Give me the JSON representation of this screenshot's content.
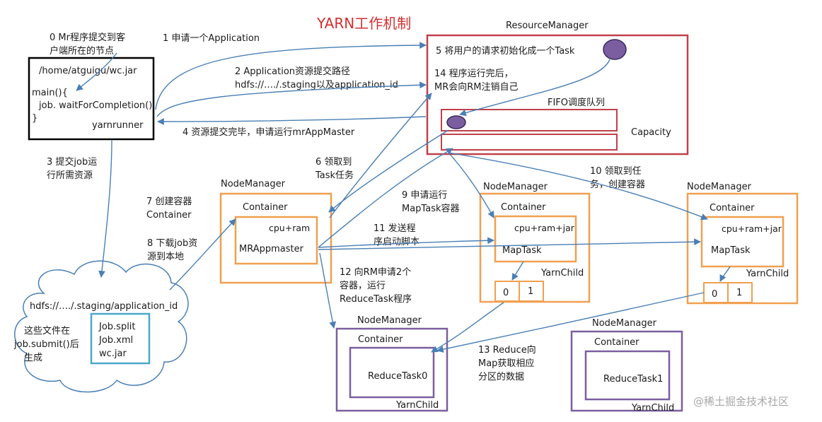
{
  "title": "YARN工作机制",
  "resource_manager": {
    "label": "ResourceManager",
    "step5": "5 将用户的请求初始化成一个Task",
    "step14_l1": "14 程序运行完后，",
    "step14_l2": "MR会向RM注销自己",
    "fifo_label": "FIFO调度队列",
    "capacity_label": "Capacity"
  },
  "client": {
    "path": "/home/atguigu/wc.jar",
    "code_l1": "main(){",
    "code_l2": "job. waitForCompletion();",
    "code_l3": "}",
    "runner": "yarnrunner"
  },
  "steps": {
    "s0_l1": "0 Mr程序提交到客",
    "s0_l2": "户端所在的节点",
    "s1": "1 申请一个Application",
    "s2_l1": "2 Application资源提交路径",
    "s2_l2": "hdfs://…./.staging以及application_id",
    "s3_l1": "3 提交job运",
    "s3_l2": "行所需资源",
    "s4": "4 资源提交完毕，申请运行mrAppMaster",
    "s6_l1": "6 领取到",
    "s6_l2": "Task任务",
    "s7_l1": "7 创建容器",
    "s7_l2": "Container",
    "s8_l1": "8 下载job资",
    "s8_l2": "源到本地",
    "s9_l1": "9 申请运行",
    "s9_l2": "MapTask容器",
    "s10_l1": "10 领取到任",
    "s10_l2": "务，创建容器",
    "s11_l1": "11 发送程",
    "s11_l2": "序启动脚本",
    "s12_l1": "12 向RM申请2个",
    "s12_l2": "容器，运行",
    "s12_l3": "ReduceTask程序",
    "s13_l1": "13 Reduce向",
    "s13_l2": "Map获取相应",
    "s13_l3": "分区的数据"
  },
  "hdfs": {
    "path": "hdfs://…./.staging/application_id",
    "note_l1": "这些文件在",
    "note_l2": "job.submit()后",
    "note_l3": "生成",
    "files": [
      "Job.split",
      "Job.xml",
      "wc.jar"
    ]
  },
  "nodes": {
    "nm_label": "NodeManager",
    "container_label": "Container",
    "am_res": "cpu+ram",
    "am_name": "MRAppmaster",
    "map_res": "cpu+ram+jar",
    "map_name": "MapTask",
    "yarnchild": "YarnChild",
    "part0": "0",
    "part1": "1",
    "reduce0": "ReduceTask0",
    "reduce1": "ReduceTask1"
  },
  "watermark": "@稀土掘金技术社区",
  "colors": {
    "title": "#d32f2f",
    "resource_manager": "#c0404a",
    "node_manager_map": "#f0a050",
    "node_manager_reduce": "#7b5ea0",
    "hdfs_files_box": "#4aa8c8",
    "flow_arrows": "#4a7fb5",
    "task_circle": "#7b5ea0"
  }
}
